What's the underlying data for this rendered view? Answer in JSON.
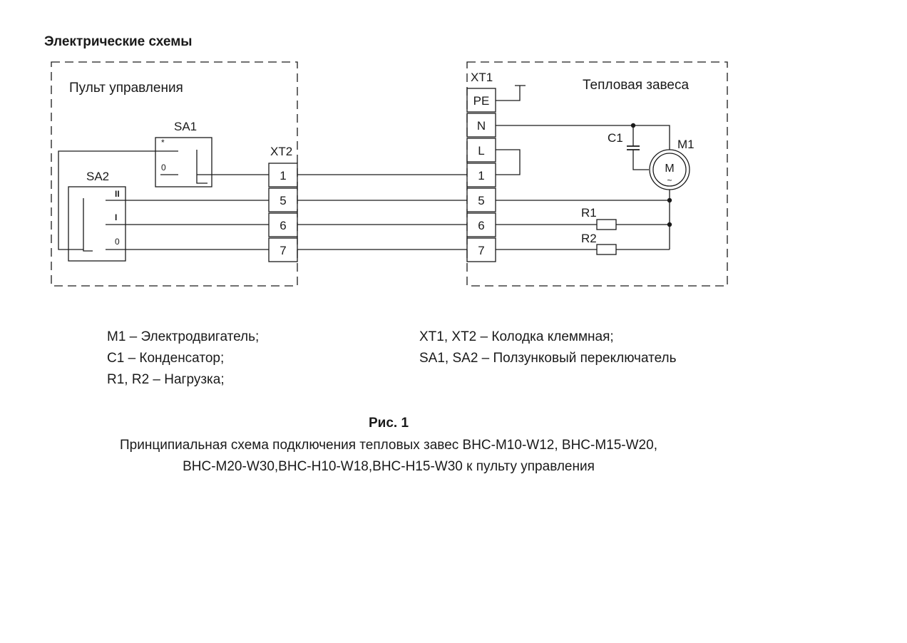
{
  "heading": "Электрические схемы",
  "control_panel": {
    "title": "Пульт  управления",
    "sa1": {
      "name": "SA1",
      "pos_star": "*",
      "pos_zero": "0"
    },
    "sa2": {
      "name": "SA2",
      "positions": [
        "II",
        "I",
        "0"
      ]
    },
    "xt2": {
      "name": "XT2",
      "terminals": [
        "1",
        "5",
        "6",
        "7"
      ]
    }
  },
  "heater": {
    "title": "Тепловая завеса",
    "xt1": {
      "name": "XT1",
      "terminals": [
        "PE",
        "N",
        "L",
        "1",
        "5",
        "6",
        "7"
      ]
    },
    "c1": "C1",
    "m1": "M1",
    "motor_symbol": "M",
    "motor_tilde": "~",
    "r1": "R1",
    "r2": "R2"
  },
  "legend": {
    "left": [
      "M1 – Электродвигатель;",
      "C1 – Конденсатор;",
      "R1, R2 – Нагрузка;"
    ],
    "right": [
      "XT1, XT2 – Колодка клеммная;",
      "SA1, SA2 – Ползунковый переключатель"
    ]
  },
  "figure": {
    "number": "Рис. 1",
    "caption_line1": "Принципиальная схема подключения тепловых завес BHC-M10-W12, BHC-M15-W20,",
    "caption_line2": "BHC-M20-W30,BHC-H10-W18,BHC-H15-W30 к пульту управления"
  }
}
